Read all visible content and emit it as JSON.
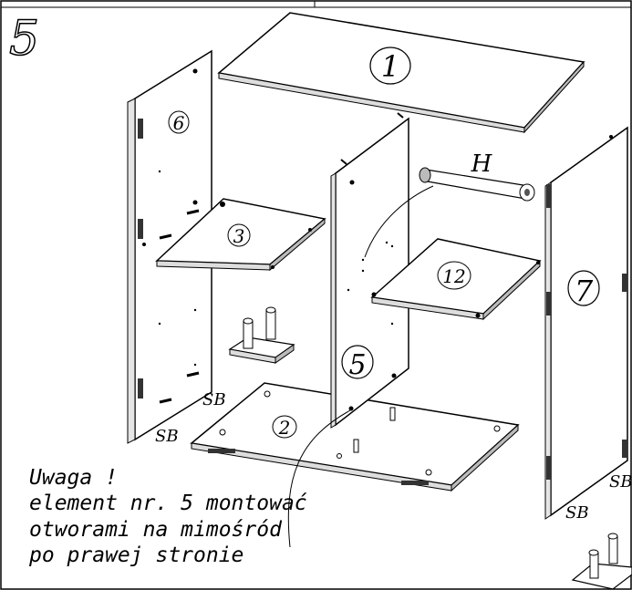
{
  "step": {
    "number": "5"
  },
  "parts": {
    "top_panel": "1",
    "bottom_panel": "2",
    "left_shelf": "3",
    "middle_divider": "5",
    "left_side": "6",
    "right_side": "7",
    "right_shelf": "12"
  },
  "hardware": {
    "rod_label": "H"
  },
  "edge_labels": {
    "left_side_inner": "SB",
    "left_side_outer": "SB",
    "right_side_bottom": "SB",
    "right_side_edge": "SB"
  },
  "note": {
    "line1": "Uwaga !",
    "line2": "element nr. 5 montować",
    "line3": "otworami na mimośród",
    "line4": "po prawej stronie"
  }
}
